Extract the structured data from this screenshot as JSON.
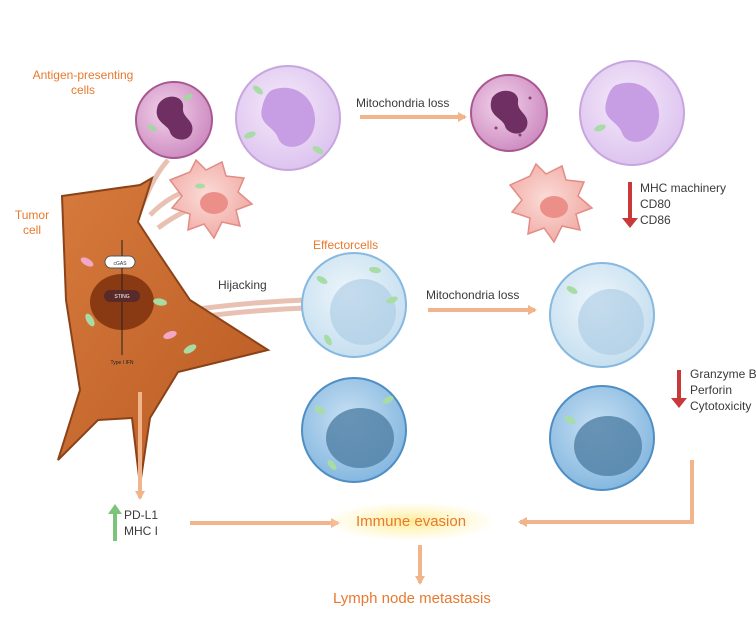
{
  "labels": {
    "apc": [
      "Antigen-presenting",
      "cells"
    ],
    "tumor": [
      "Tumor",
      "cell"
    ],
    "effector": "Effectorcells",
    "hijacking": "Hijacking",
    "mito_loss_top": "Mitochondria loss",
    "mito_loss_mid": "Mitochondria loss",
    "mhc_list": [
      "MHC machinery",
      "CD80",
      "CD86"
    ],
    "granzyme_list": [
      "Granzyme B",
      "Perforin",
      "Cytotoxicity"
    ],
    "pdl1": [
      "PD-L1",
      "MHC I"
    ],
    "immune_evasion": "Immune evasion",
    "lymph": "Lymph node metastasis",
    "tumor_inner": [
      "cGAS",
      "STING",
      "Type I IFN"
    ]
  },
  "colors": {
    "orange": "#e8792e",
    "arrow": "#f2b48a",
    "down_arrow": "#c83a3a",
    "up_arrow": "#7cc47c"
  }
}
